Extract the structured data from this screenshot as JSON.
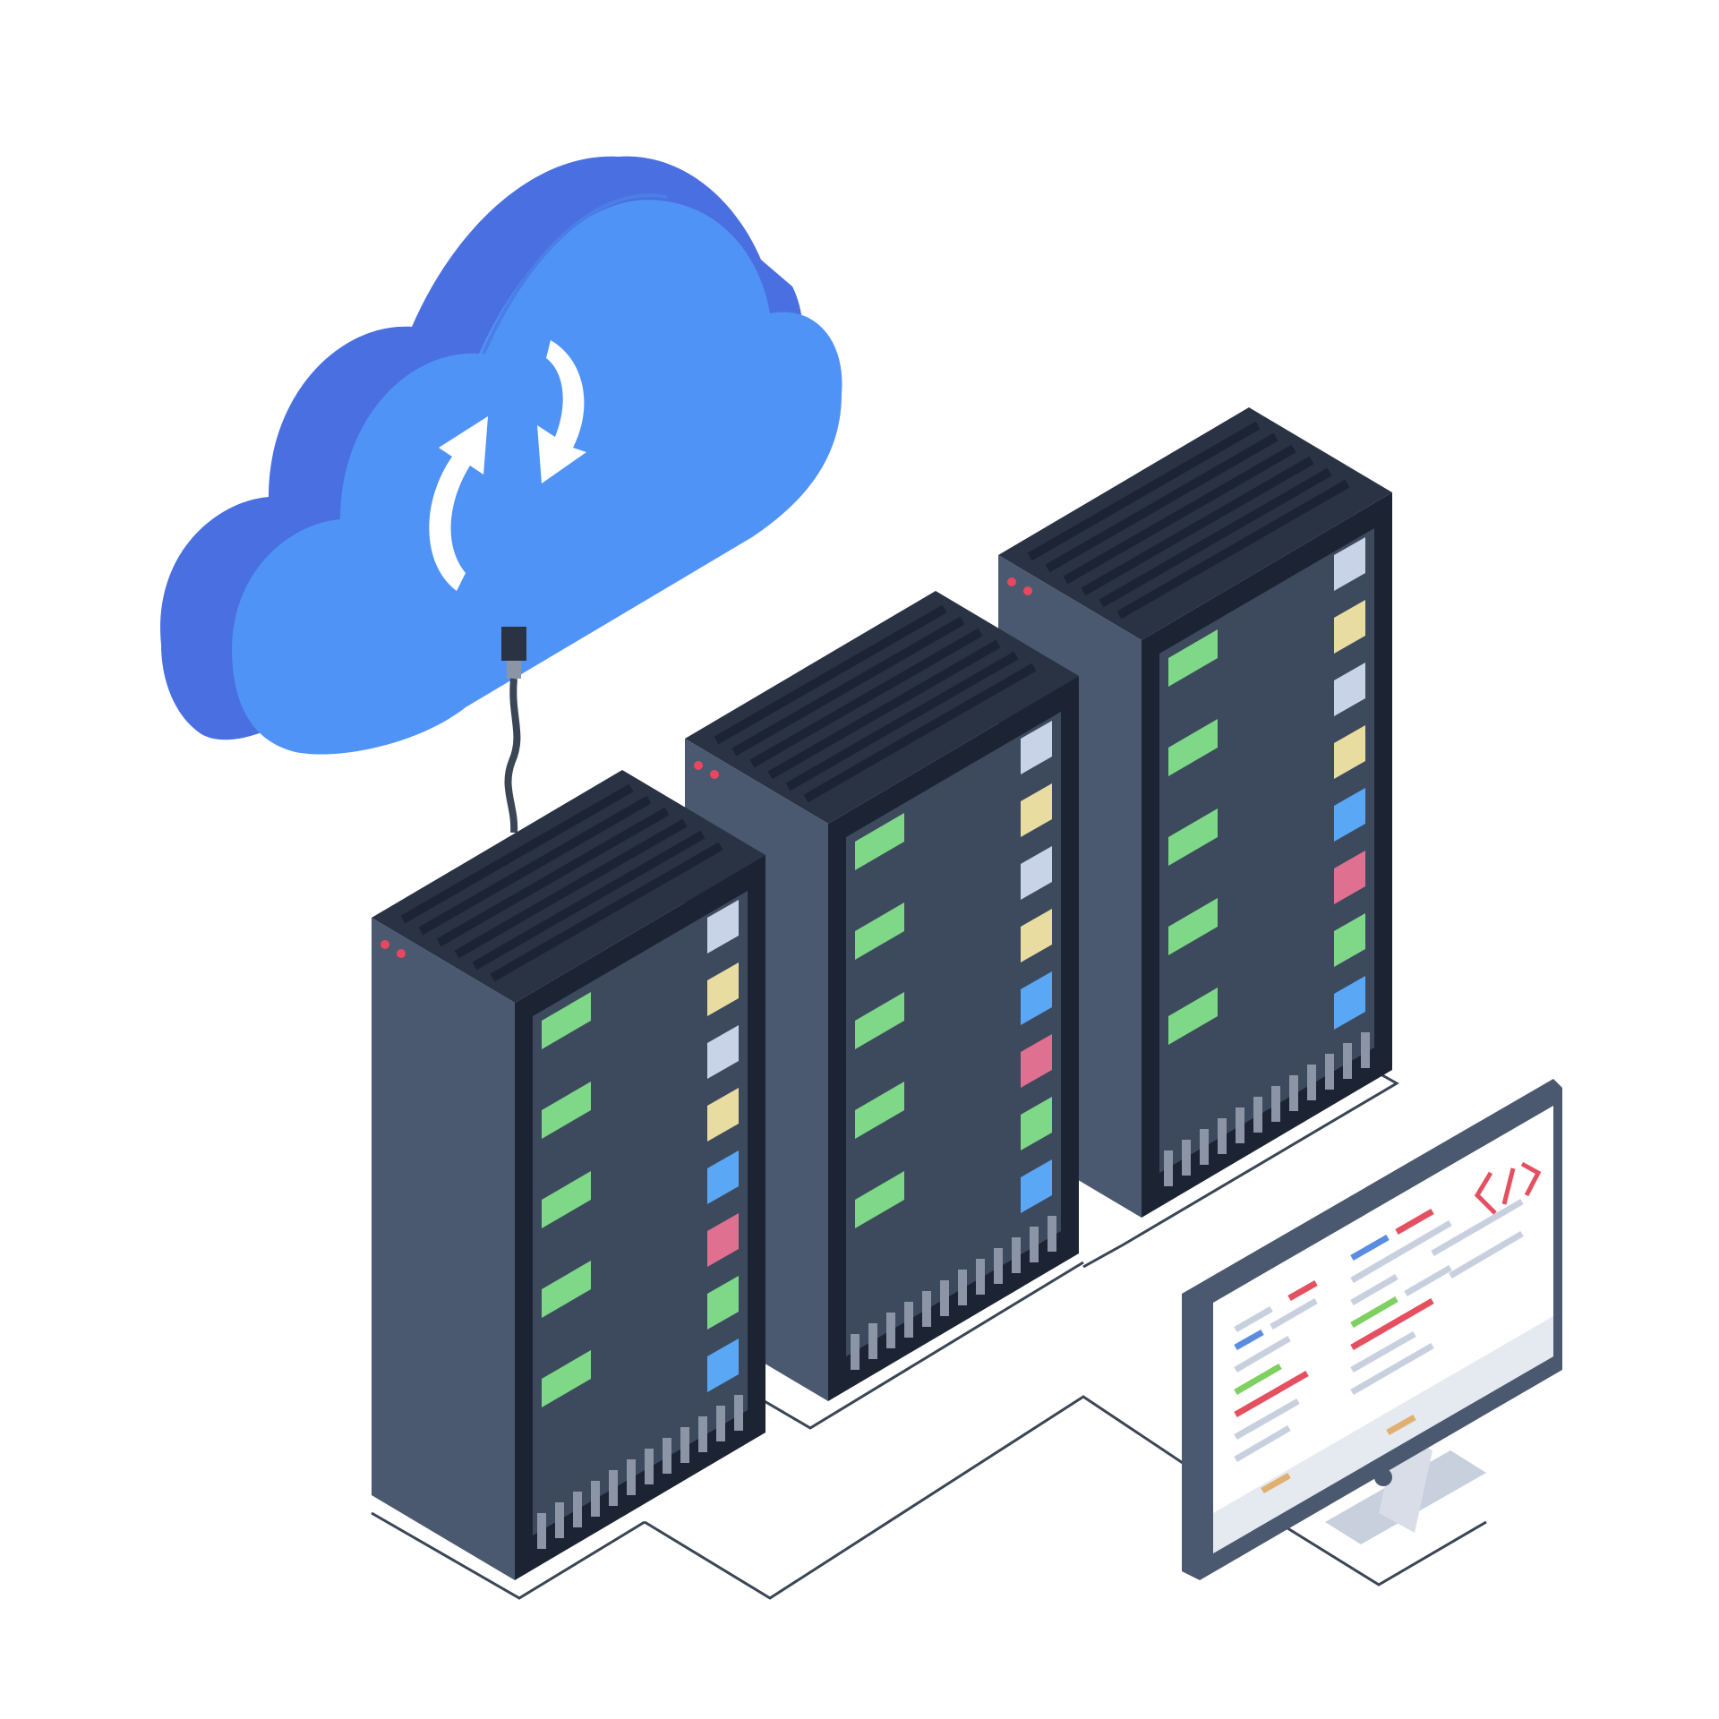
{
  "illustration": {
    "subject": "cloud-sync-data-center",
    "cloud": {
      "icon": "sync-arrows-icon"
    },
    "racks": [
      {
        "id": "rack-1",
        "status_leds": 2
      },
      {
        "id": "rack-2",
        "status_leds": 2
      },
      {
        "id": "rack-3",
        "status_leds": 2
      }
    ],
    "monitor": {
      "icon": "code-icon",
      "code_symbol": "</>"
    }
  },
  "colors": {
    "cloud_top": "#4f8ff5",
    "cloud_side": "#4a6fe0",
    "rack_side": "#4a5970",
    "rack_dark": "#1c2434",
    "rack_top": "#2a3344",
    "led_red": "#e8475f",
    "module_green": "#7ed887",
    "module_blue": "#5aa8f5",
    "module_yellow": "#e8dca0",
    "module_pink": "#e07090",
    "monitor_frame": "#4a5970",
    "code_red": "#e55060",
    "code_green": "#7ed060",
    "code_blue": "#5a8de0",
    "code_orange": "#e0b070"
  }
}
